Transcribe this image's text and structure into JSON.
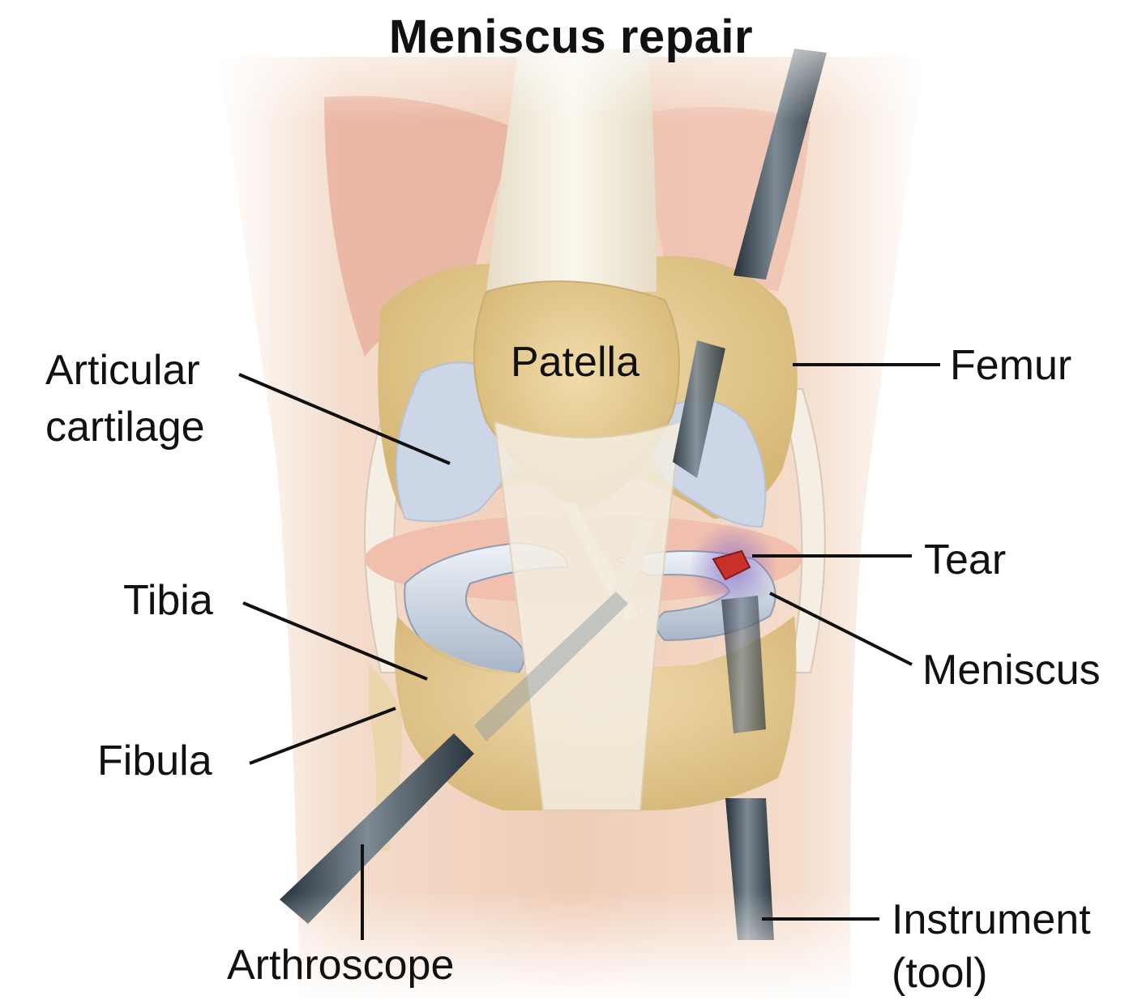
{
  "diagram": {
    "title": "Meniscus repair",
    "labels": {
      "articular_line1": "Articular",
      "articular_line2": "cartilage",
      "patella": "Patella",
      "femur": "Femur",
      "tear": "Tear",
      "tibia": "Tibia",
      "meniscus": "Meniscus",
      "fibula": "Fibula",
      "arthroscope": "Arthroscope",
      "instrument_line1": "Instrument",
      "instrument_line2": "(tool)"
    },
    "colors": {
      "skin": "#f2d8c6",
      "bone": "#e3c98e",
      "cartilage": "#cdd6e6",
      "tendon": "#f3ede0",
      "muscle": "#e8a894",
      "metal": "#3d4a52",
      "tear": "#c8302a",
      "line": "#111111"
    }
  }
}
